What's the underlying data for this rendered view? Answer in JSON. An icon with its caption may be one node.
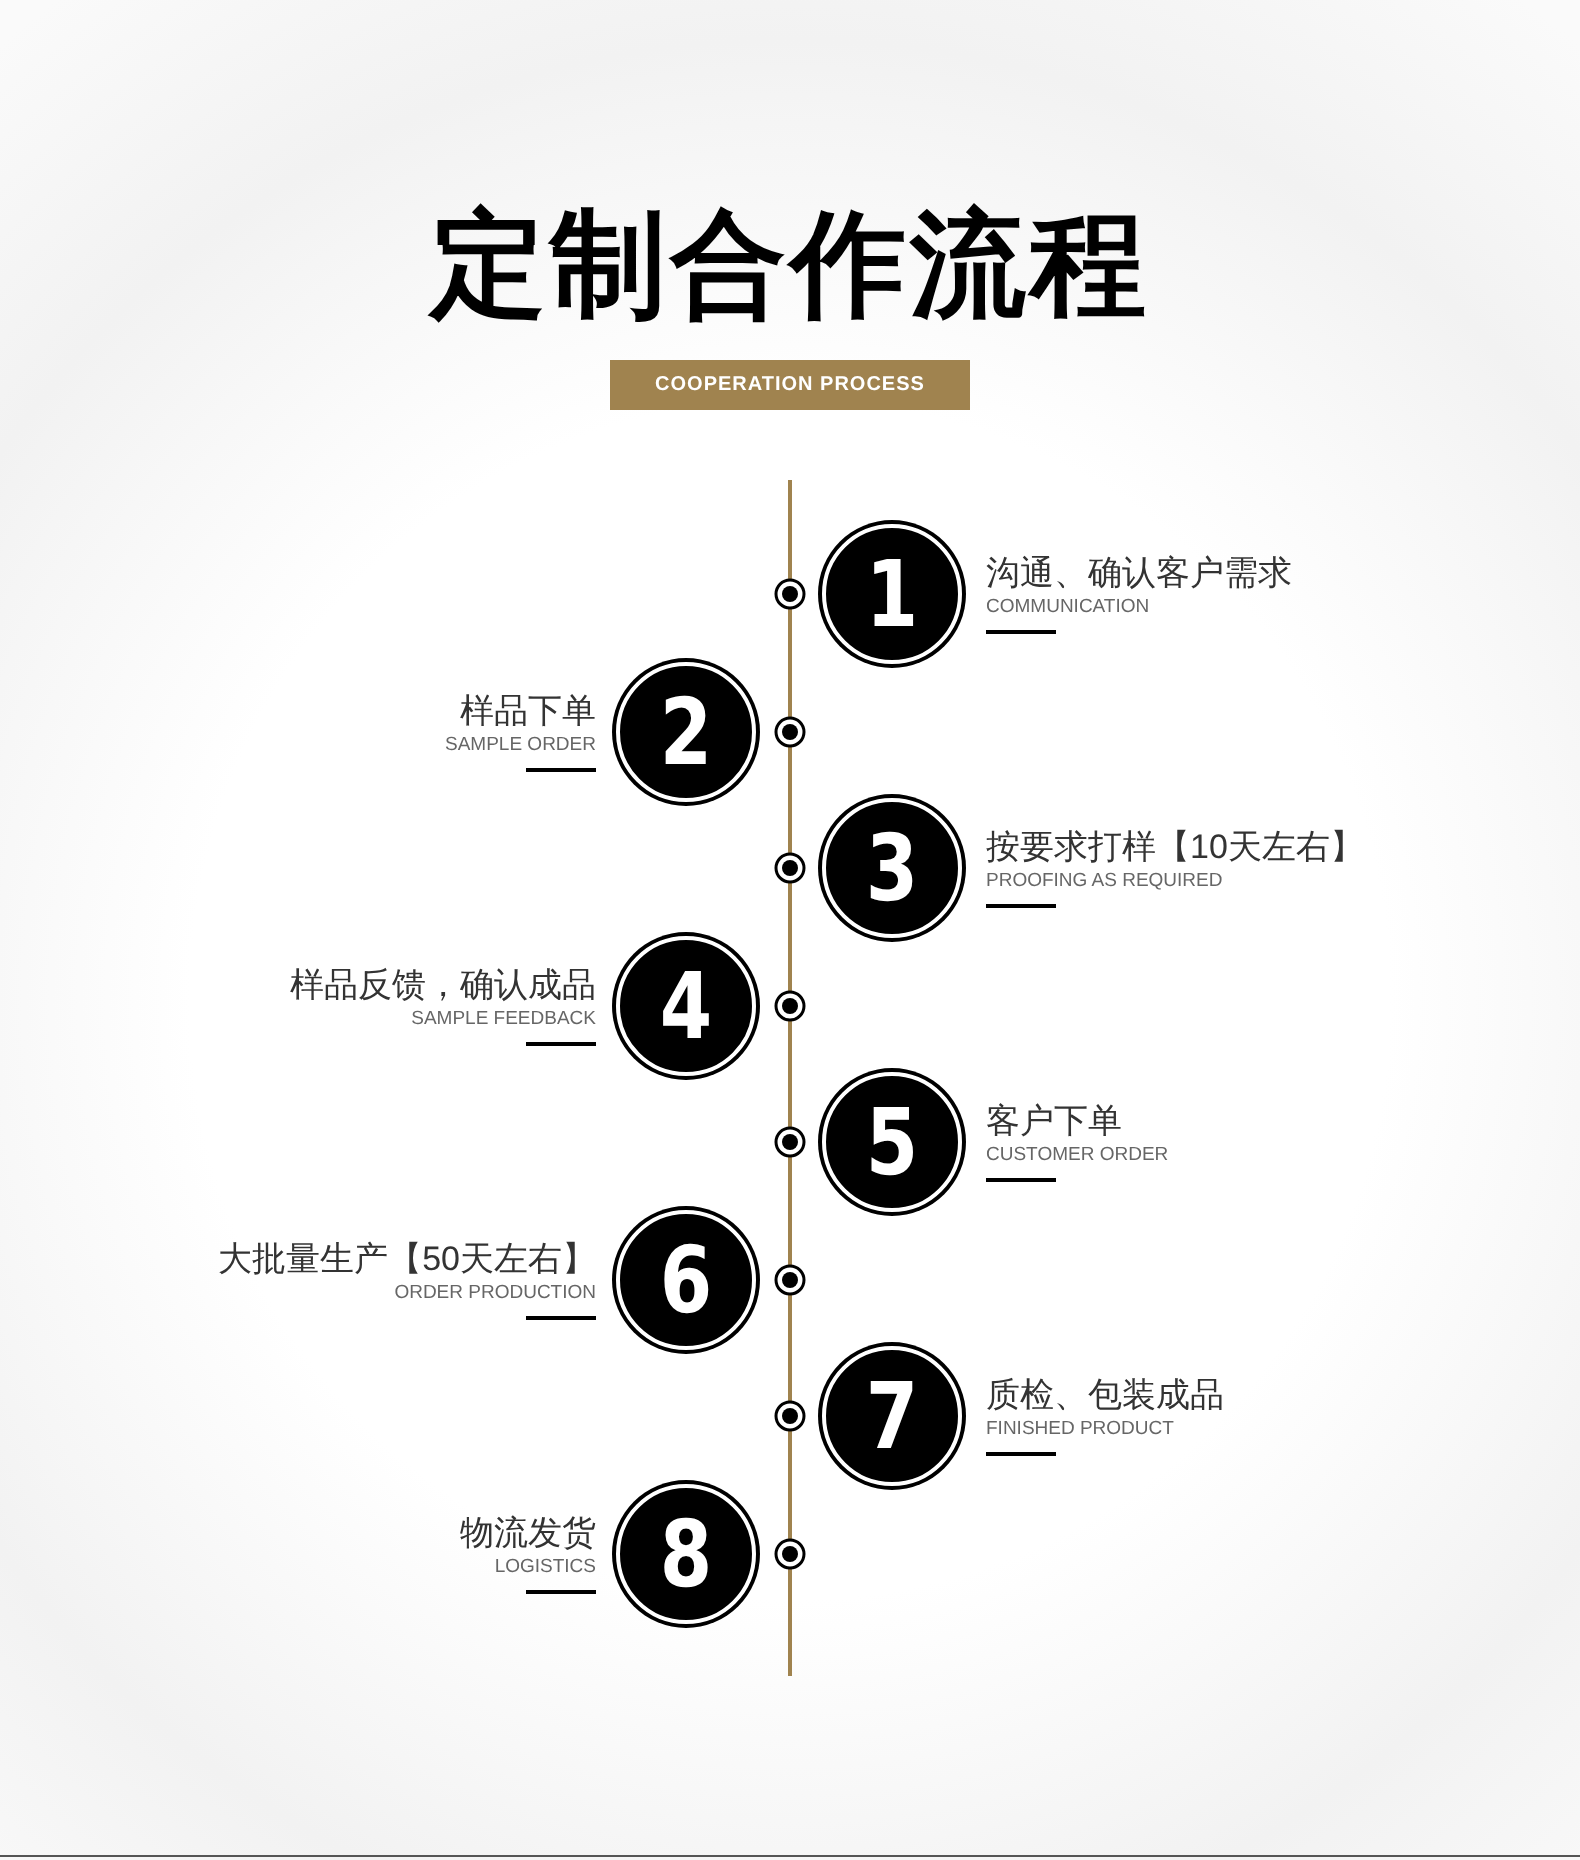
{
  "diagram": {
    "title": "定制合作流程",
    "nodes": [
      {
        "text": [
          "COOPERATION PROCESS"
        ]
      },
      {
        "text": [
          "1"
        ],
        "beside": [
          "沟通、确认客户需求",
          "COMMUNICATION"
        ]
      },
      {
        "text": [
          "2"
        ],
        "beside": [
          "样品下单",
          "SAMPLE ORDER"
        ]
      },
      {
        "text": [
          "3"
        ],
        "beside": [
          "按要求打样【10天左右】",
          "PROOFING AS REQUIRED"
        ]
      },
      {
        "text": [
          "4"
        ],
        "beside": [
          "样品反馈，确认成品",
          "SAMPLE FEEDBACK"
        ]
      },
      {
        "text": [
          "5"
        ],
        "beside": [
          "客户下单",
          "CUSTOMER ORDER"
        ]
      },
      {
        "text": [
          "6"
        ],
        "beside": [
          "大批量生产【50天左右】",
          "ORDER PRODUCTION"
        ]
      },
      {
        "text": [
          "7"
        ],
        "beside": [
          "质检、包装成品",
          "FINISHED PRODUCT"
        ]
      },
      {
        "text": [
          "8"
        ],
        "beside": [
          "物流发货",
          "LOGISTICS"
        ]
      }
    ]
  }
}
